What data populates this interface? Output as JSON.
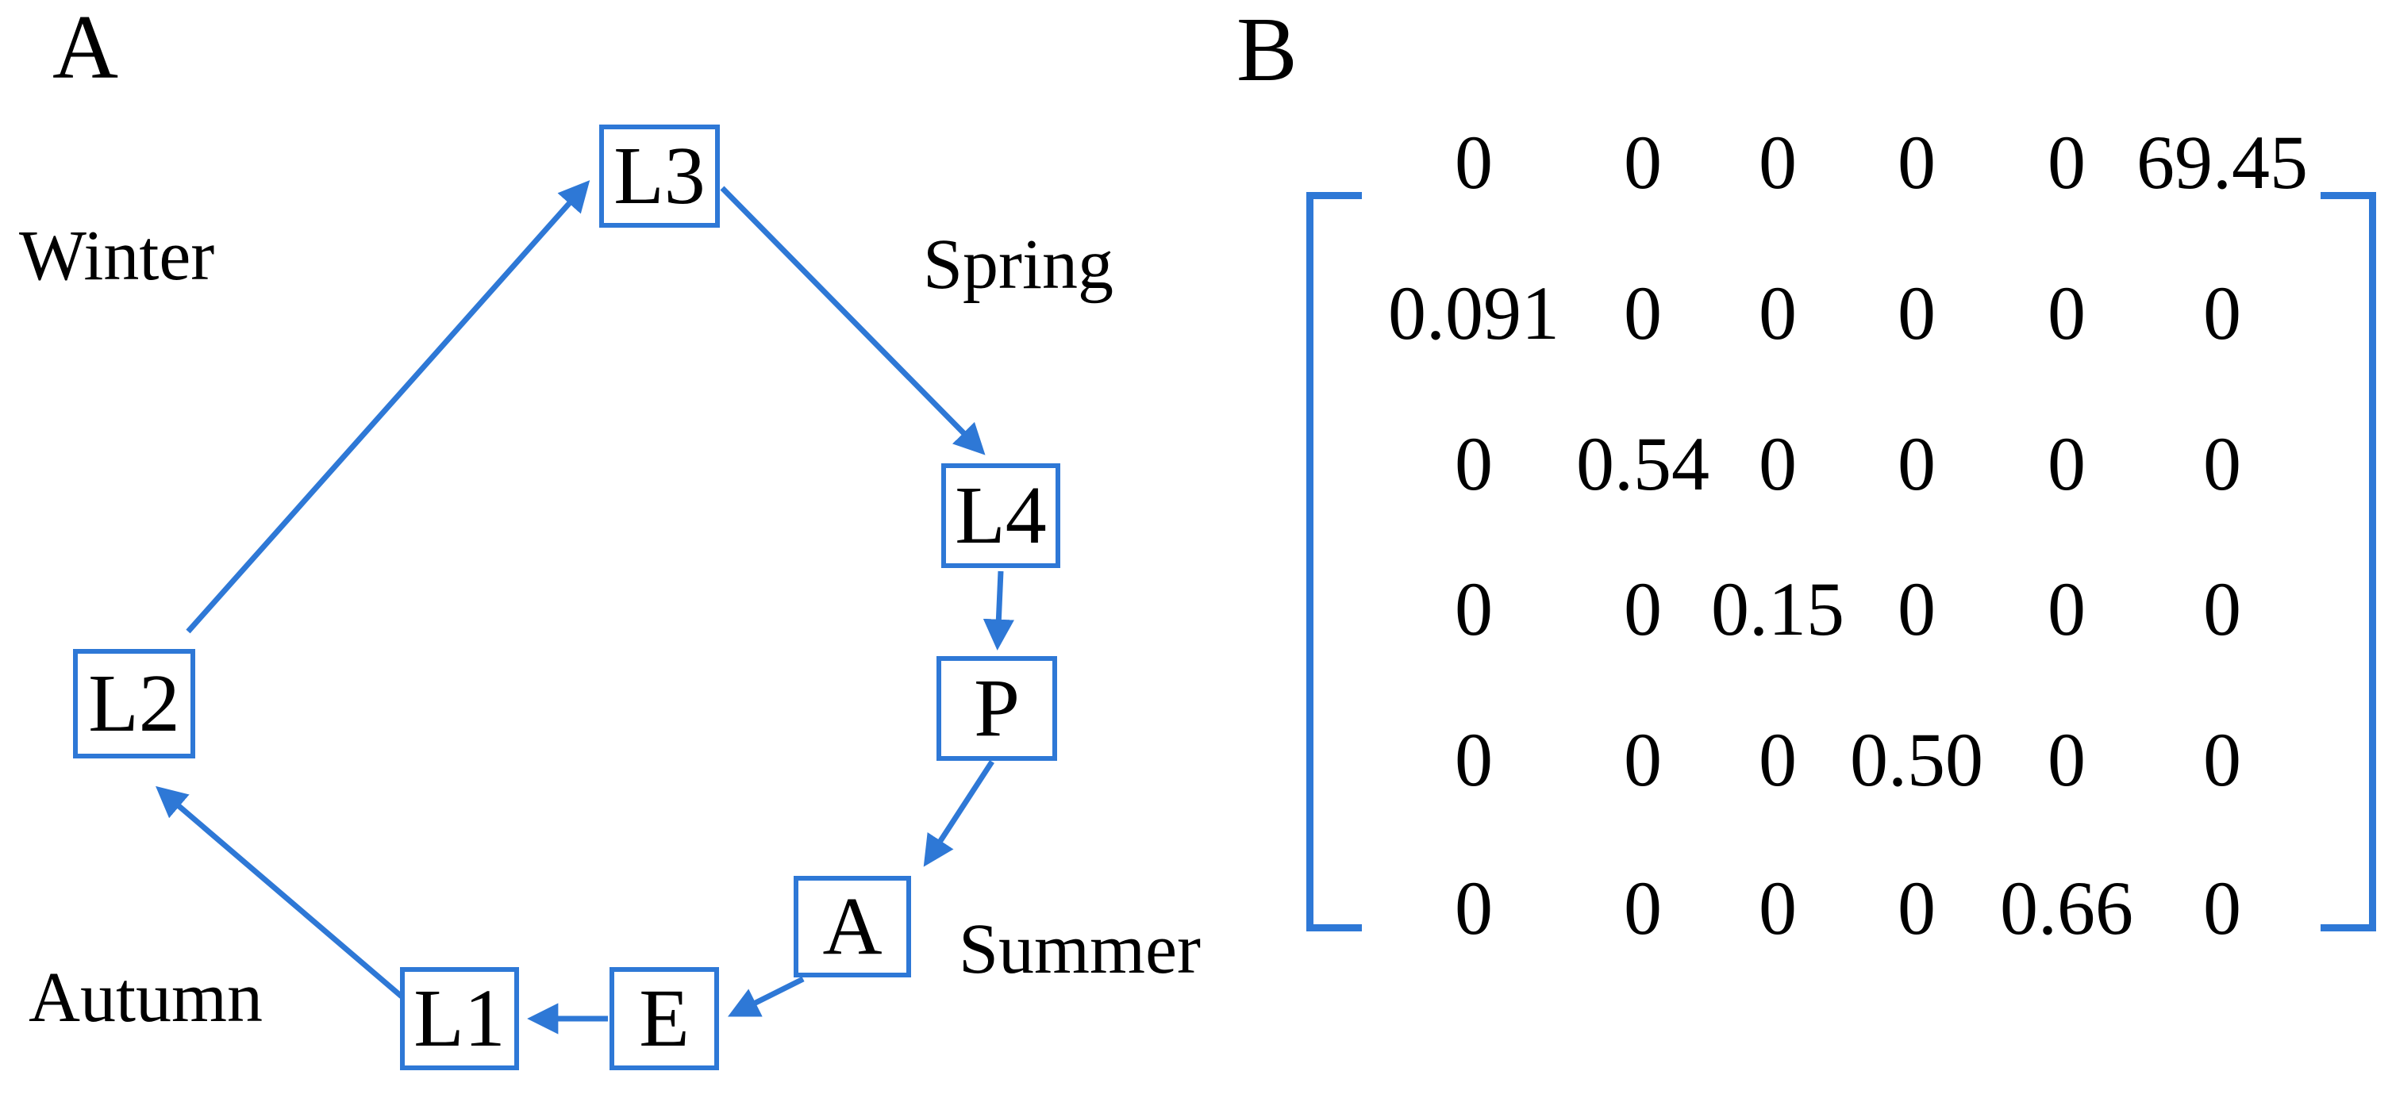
{
  "figure": {
    "panel_a": {
      "label": "A",
      "boxes": {
        "l3": "L3",
        "l4": "L4",
        "p": "P",
        "a": "A",
        "e": "E",
        "l1": "L1",
        "l2": "L2"
      },
      "seasons": {
        "winter": "Winter",
        "spring": "Spring",
        "summer": "Summer",
        "autumn": "Autumn"
      },
      "cycle_order": [
        "L3",
        "L4",
        "P",
        "A",
        "E",
        "L1",
        "L2",
        "L3"
      ]
    },
    "panel_b": {
      "label": "B",
      "matrix": {
        "rows": [
          [
            "0",
            "0",
            "0",
            "0",
            "0",
            "69.45"
          ],
          [
            "0.091",
            "0",
            "0",
            "0",
            "0",
            "0"
          ],
          [
            "0",
            "0.54",
            "0",
            "0",
            "0",
            "0"
          ],
          [
            "0",
            "0",
            "0.15",
            "0",
            "0",
            "0"
          ],
          [
            "0",
            "0",
            "0",
            "0.50",
            "0",
            "0"
          ],
          [
            "0",
            "0",
            "0",
            "0",
            "0.66",
            "0"
          ]
        ]
      }
    }
  },
  "colors": {
    "accent_blue": "#2E78D6",
    "text": "#000000",
    "background": "#FFFFFF"
  }
}
